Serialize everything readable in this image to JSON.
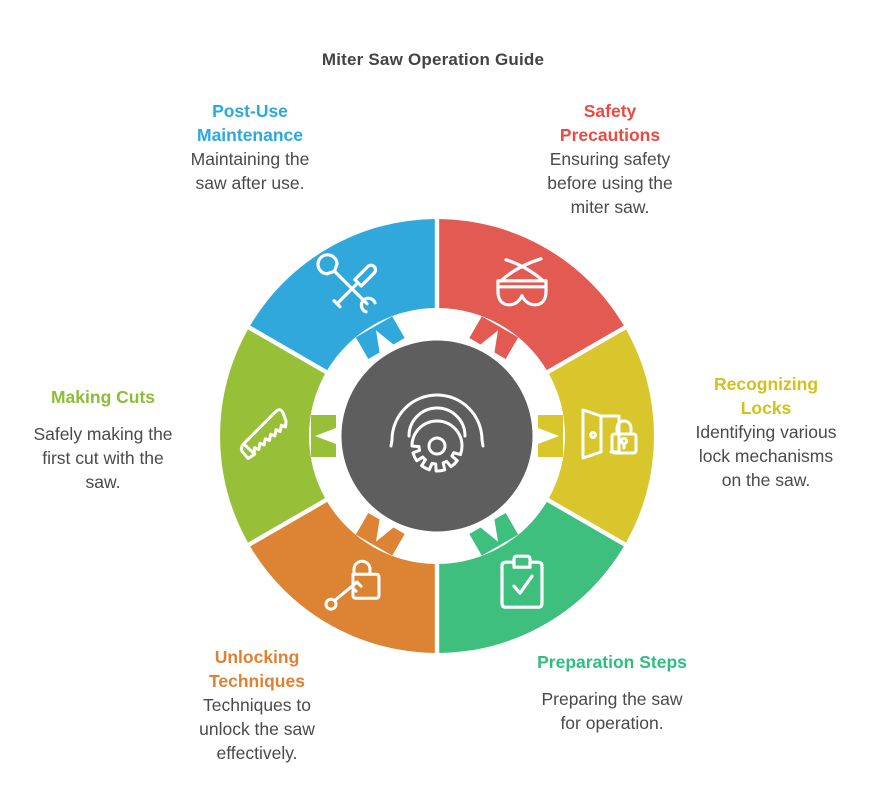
{
  "title": "Miter Saw Operation Guide",
  "text_color": "#4a4a4a",
  "title_color": "#434343",
  "center": {
    "icon": "miter-saw-blade-icon",
    "color": "#5e5e5e",
    "icon_color": "#ffffff"
  },
  "segments": [
    {
      "id": "safety-precautions",
      "heading": "Safety\nPrecautions",
      "body": "Ensuring safety\nbefore using the\nmiter saw.",
      "color": "#e25a52",
      "heading_color": "#ea4a42",
      "icon": "safety-goggles-icon"
    },
    {
      "id": "recognizing-locks",
      "heading": "Recognizing\nLocks",
      "body": "Identifying various\nlock mechanisms\non the saw.",
      "color": "#d8c62c",
      "heading_color": "#d2c01d",
      "icon": "door-lock-icon"
    },
    {
      "id": "preparation-steps",
      "heading": "Preparation Steps",
      "body": "Preparing the saw\nfor operation.",
      "color": "#3ebf7e",
      "heading_color": "#2ebe7e",
      "icon": "clipboard-check-icon"
    },
    {
      "id": "unlocking-techniques",
      "heading": "Unlocking\nTechniques",
      "body": "Techniques to\nunlock the saw\neffectively.",
      "color": "#dd8334",
      "heading_color": "#e0812f",
      "icon": "lock-key-icon"
    },
    {
      "id": "making-cuts",
      "heading": "Making Cuts",
      "body": "Safely making the\nfirst cut with the\nsaw.",
      "color": "#97bf37",
      "heading_color": "#8bbd35",
      "icon": "hand-saw-icon"
    },
    {
      "id": "post-use-maintenance",
      "heading": "Post-Use\nMaintenance",
      "body": "Maintaining the\nsaw after use.",
      "color": "#31a8dc",
      "heading_color": "#29a9e0",
      "icon": "wrench-screwdriver-icon"
    }
  ]
}
